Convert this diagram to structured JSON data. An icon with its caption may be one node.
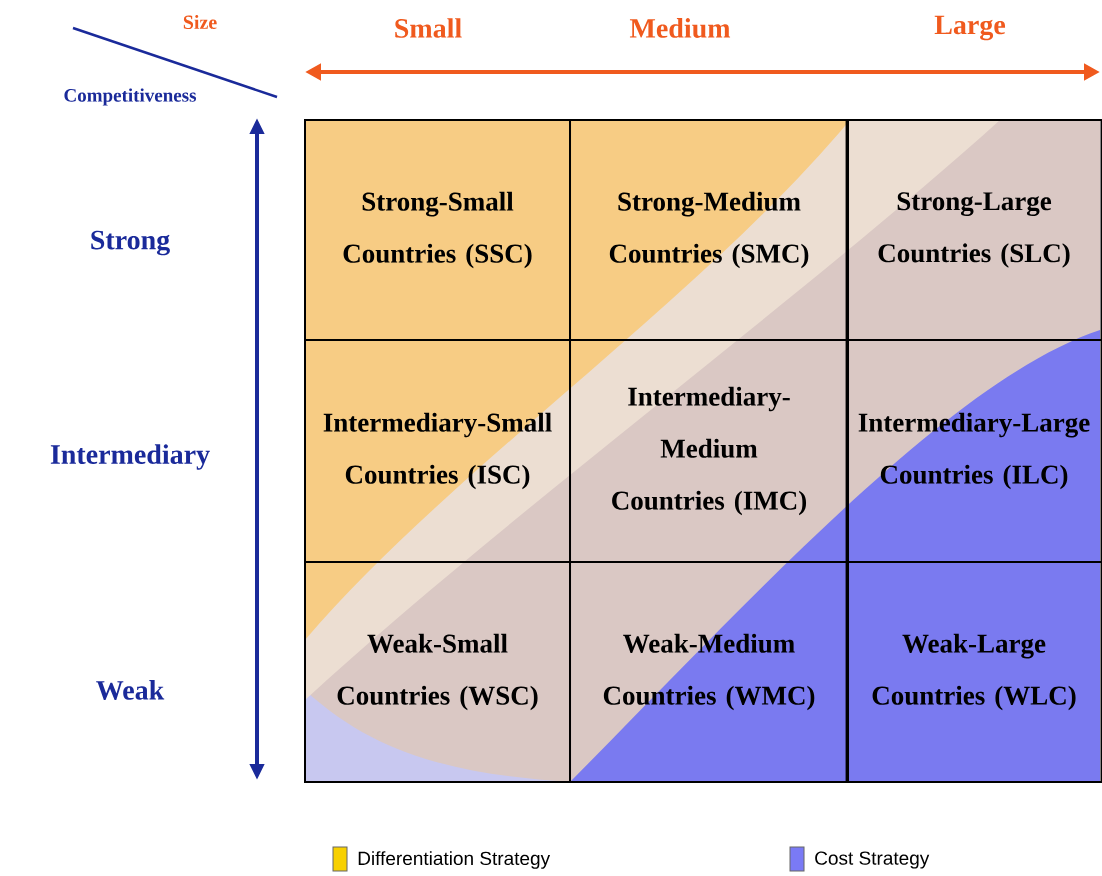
{
  "diagram": {
    "nodes": [
      {
        "text": [
          "Strong-Small Countries (SSC)"
        ]
      },
      {
        "text": [
          "Strong-Medium Countries (SMC)"
        ]
      },
      {
        "text": [
          "Strong-Large Countries (SLC)"
        ]
      },
      {
        "text": [
          "Intermediary-Small Countries (ISC)"
        ]
      },
      {
        "text": [
          "Intermediary-Medium Countries (IMC)"
        ]
      },
      {
        "text": [
          "Intermediary-Large Countries (ILC)"
        ]
      },
      {
        "text": [
          "Weak-Small Countries (WSC)"
        ]
      },
      {
        "text": [
          "Weak-Medium Countries (WMC)"
        ]
      },
      {
        "text": [
          "Weak-Large Countries (WLC)"
        ]
      }
    ],
    "labels": [
      "Size",
      "Small",
      "Medium",
      "Large",
      "Competitiveness",
      "Strong",
      "Intermediary",
      "Weak"
    ],
    "legend": [
      {
        "text": "Differentiation Strategy",
        "color": "#f7d000"
      },
      {
        "text": "Cost Strategy",
        "color": "#7a7af5"
      }
    ]
  }
}
